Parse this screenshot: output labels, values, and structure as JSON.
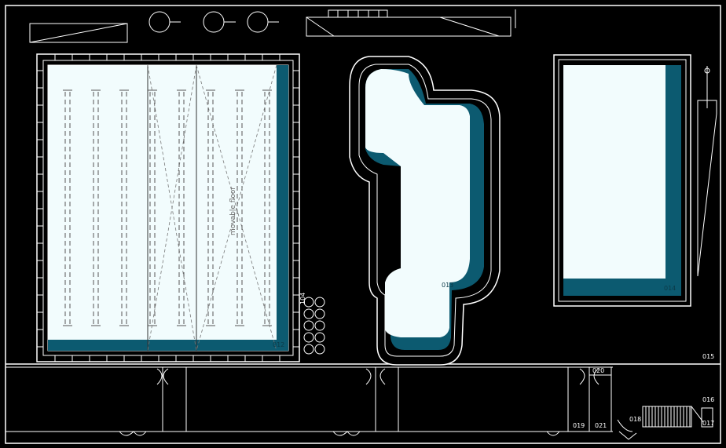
{
  "colors": {
    "background": "#000000",
    "line": "#ffffff",
    "water": "#f2fcfd",
    "water_deep": "#0c5a70",
    "dashed_lane": "#555555"
  },
  "labels": {
    "movable_floor": "movable floor",
    "pool_main": "012",
    "pool_leisure": "013",
    "pool_right": "014",
    "room_015": "015",
    "room_016": "016",
    "room_017": "017",
    "room_018": "018",
    "room_019": "019",
    "room_020": "020",
    "room_021": "021",
    "room_104": "104"
  },
  "icons": {
    "lane_marker": "lane-anchor-icon",
    "wheelchair": "wheelchair-icon",
    "door_swing": "door-swing-icon",
    "staircase": "staircase-icon",
    "round_fixture": "round-fixture-icon"
  }
}
